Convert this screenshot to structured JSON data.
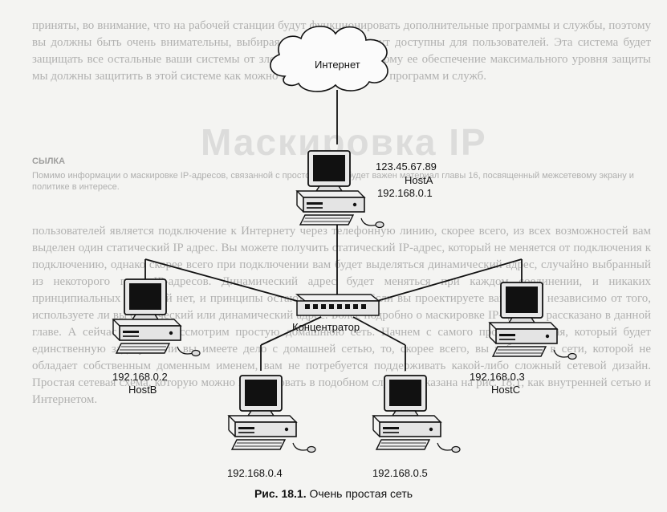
{
  "background_text": {
    "top": "приняты, во внимание, что на рабочей станции будут функционировать дополнительные программы и службы, поэтому вы должны быть очень внимательны, выбирая, какие из них будут доступны для пользователей. Эта система будет защищать все остальные ваши системы от злоумышленников, поэтому ее обеспечение максимального уровня защиты мы должны защитить в этой системе как можно меньшее количество программ и служб.",
    "heading": "Маскировка IP",
    "small_heading": "СЫЛКА",
    "small": "Помимо информации о маскировке IP-адресов, связанной с простой сетью, будет важен материал главы 16, посвященный межсетевому экрану и политике в интересе.",
    "middle": "пользователей является подключение к Интернету через телефонную линию, скорее всего, из всех возможностей вам выделен один статический IP адрес. Вы можете получить статический IP-адрес, который не меняется от подключения к подключению, однако скорее всего при подключении вам будет выделяться динамический адрес, случайно выбранный из некоторого пула IP-адресов. Динамический адрес будет меняться при каждом соединении, и никаких принципиальных различий нет, и принципы остаются теми же. Если вы проектируете вашу сеть, независимо от того, используете ли вы статический или динамический адрес. Более подробно о маскировке IP-адресов рассказано в данной главе. А сейчас давайте рассмотрим простую домашнюю сеть. Начнем с самого простого случая, который будет единственную задачу. Если вы имеете дело с домашней сетью, то, скорее всего, вы работаете в сети, которой не обладает собственным доменным именем, вам не потребуется поддерживать какой-либо сложный сетевой дизайн. Простая сетевая схема, которую можно использовать в подобном случае, показана на рис. 18.1, как внутренней сетью и Интернетом."
  },
  "diagram": {
    "cloud_label": "Интернет",
    "hub_label": "Концентратор",
    "hosts": [
      {
        "name": "HostA",
        "ip": "192.168.0.1",
        "external_ip": "123.45.67.89"
      },
      {
        "name": "HostB",
        "ip": "192.168.0.2"
      },
      {
        "name": "HostC",
        "ip": "192.168.0.3"
      },
      {
        "name": "",
        "ip": "192.168.0.4"
      },
      {
        "name": "",
        "ip": "192.168.0.5"
      }
    ]
  },
  "caption": {
    "number": "Рис. 18.1.",
    "text": "Очень простая сеть"
  }
}
